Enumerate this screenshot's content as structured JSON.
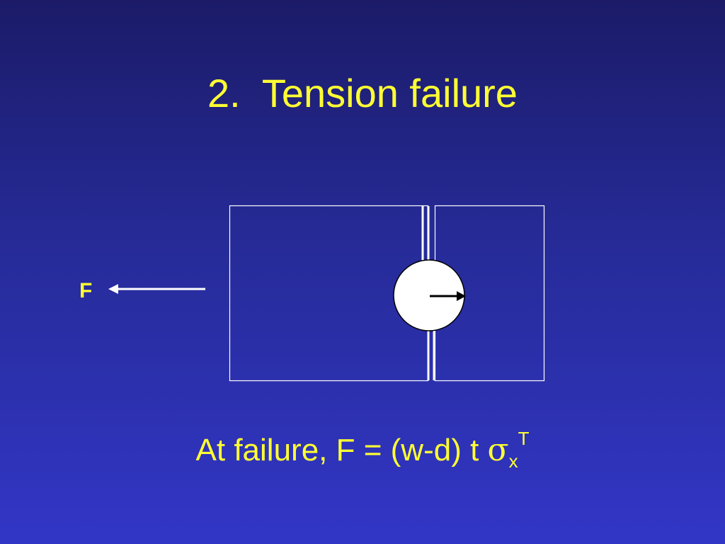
{
  "slide": {
    "title": "2.  Tension failure"
  },
  "diagram": {
    "force_label": "F"
  },
  "formula": {
    "prefix": "At failure, F = (w-d) t ",
    "sigma": "σ",
    "subscript": "x",
    "superscript": "T"
  },
  "colors": {
    "text": "#ffff33",
    "lines": "#ffffff",
    "arrow_inside": "#000000"
  }
}
